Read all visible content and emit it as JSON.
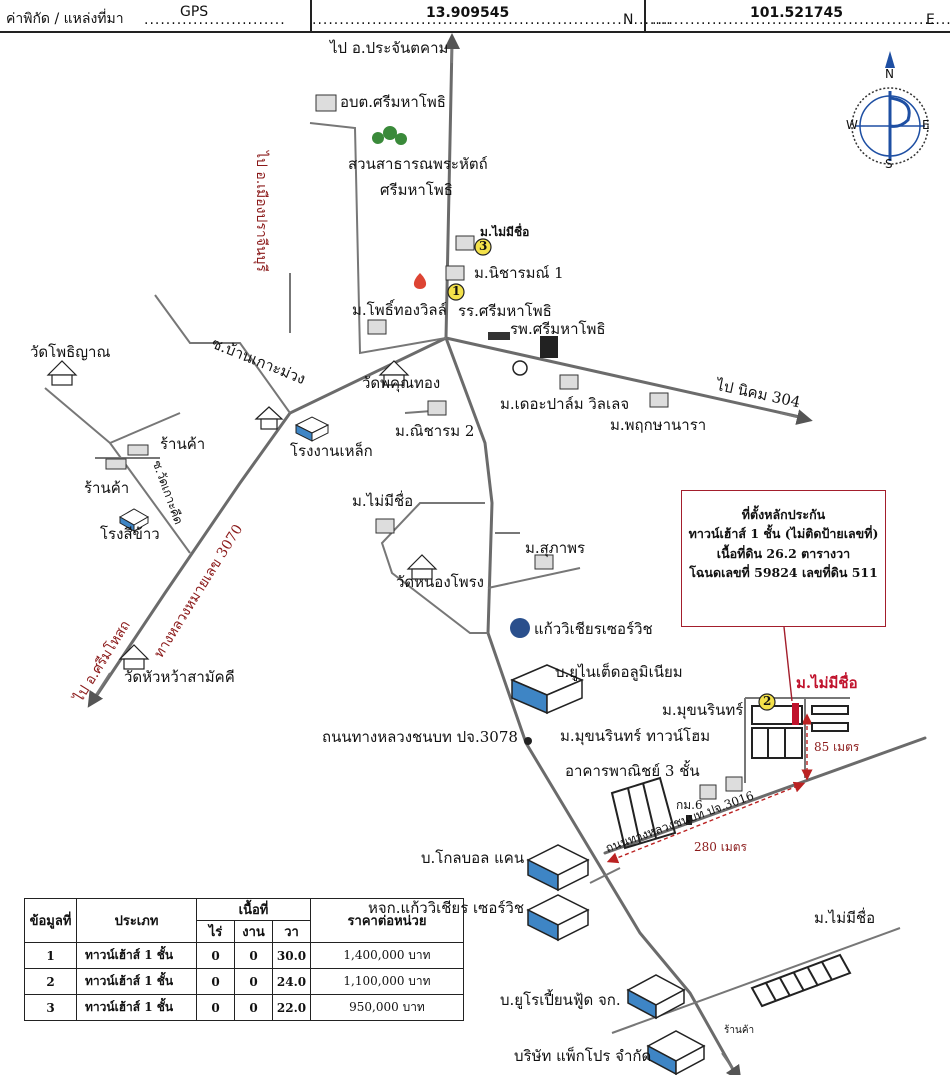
{
  "gps": {
    "label": "ค่าพิกัด / แหล่งที่มา",
    "source": "GPS",
    "lat": "13.909545",
    "lat_unit": "N",
    "lon": "101.521745",
    "lon_unit": "E"
  },
  "compass": {
    "n": "N",
    "s": "S",
    "e": "E",
    "w": "W"
  },
  "labels": {
    "to_prachantakham": "ไป อ.ประจันตคาม",
    "to_mueang_prachinburi": "ไป อ.เมืองปราจีนบุรี",
    "obt": "อบต.ศรีมหาโพธิ",
    "park_1": "สวนสาธารณพระหัตถ์",
    "park_2": "ศรีมหาโพธิ",
    "mb_unnamed_top": "ม.ไม่มีชื่อ",
    "mb_nicharom1": "ม.นิชารมณ์ 1",
    "mb_phothongvilla": "ม.โพธิ์ทองวิลล์",
    "school": "รร.ศรีมหาโพธิ",
    "hospital": "รพ.ศรีมหาโพธิ",
    "soi_ban_ko": "ซ.บ้านเกาะม่วง",
    "wat_phothiyan": "วัดโพธิญาณ",
    "wat_phukhunthong": "วัดพคุณทอง",
    "mb_the_palm": "ม.เดอะปาล์ม วิลเลจ",
    "to_nikhom304": "ไป นิคม 304",
    "mb_nicharom2": "ม.ณิชารม 2",
    "mb_phruksa": "ม.พฤกษานารา",
    "shop1": "ร้านค้า",
    "shop2": "ร้านค้า",
    "soi_wat_ko": "ซ.วัดเกาะคีด",
    "steel_factory": "โรงงานเหล็ก",
    "rice_mill": "โรงสีข้าว",
    "highway_3070": "ทางหลวงหมายเลข 3070",
    "mb_unnamed_mid": "ม.ไม่มีชื่อ",
    "mb_suphaporn": "ม.สุภาพร",
    "wat_nongphrong": "วัดหนองโพรง",
    "kaew_wichian": "แก้ววิเชียรเซอร์วิช",
    "to_si_maha_phot": "ไป อ.ศรีมโหสถ",
    "wat_huawa": "วัดหัวหว้าสามัคคี",
    "united_aluminium": "บ.ยูไนเต็ดอลูมิเนียม",
    "mb_unnamed_red": "ม.ไม่มีชื่อ",
    "mb_mukharin": "ม.มุขนรินทร์",
    "mb_mukharin_townhome": "ม.มุขนรินทร์ ทาวน์โฮม",
    "distance_85": "85 เมตร",
    "rural_road_3078": "ถนนทางหลวงชนบท ปจ.3078",
    "commercial_building": "อาคารพาณิชย์ 3 ชั้น",
    "km6": "กม.6",
    "rural_road_3016": "ถนนทางหลวงชนบท ปจ.3016",
    "distance_280": "280 เมตร",
    "global_can": "บ.โกลบอล แคน",
    "kaew_wichian_service": "หจก.แก้ววิเชียร เซอร์วิช",
    "mb_unnamed_bottom": "ม.ไม่มีชื่อ",
    "euro_food": "บ.ยูโรเปี้ยนฟู้ด จก.",
    "pack_pro": "บริษัท แพ็กโปร จำกัด",
    "shop_bottom": "ร้านค้า"
  },
  "markers": {
    "m1": "1",
    "m2": "2",
    "m3": "3"
  },
  "callout": {
    "line1": "ที่ตั้งหลักประกัน",
    "line2": "ทาวน์เฮ้าส์ 1 ชั้น (ไม่ติดป้ายเลขที่)",
    "line3": "เนื้อที่ดิน 26.2 ตารางวา",
    "line4": "โฉนดเลขที่ 59824 เลขที่ดิน 511"
  },
  "table": {
    "h_no": "ข้อมูลที่",
    "h_type": "ประเภท",
    "h_area": "เนื้อที่",
    "h_rai": "ไร่",
    "h_ngan": "งาน",
    "h_wa": "วา",
    "h_price": "ราคาต่อหน่วย",
    "rows": [
      {
        "no": "1",
        "type": "ทาวน์เฮ้าส์ 1 ชั้น",
        "rai": "0",
        "ngan": "0",
        "wa": "30.0",
        "price": "1,400,000 บาท"
      },
      {
        "no": "2",
        "type": "ทาวน์เฮ้าส์ 1 ชั้น",
        "rai": "0",
        "ngan": "0",
        "wa": "24.0",
        "price": "1,100,000 บาท"
      },
      {
        "no": "3",
        "type": "ทาวน์เฮ้าส์ 1 ชั้น",
        "rai": "0",
        "ngan": "0",
        "wa": "22.0",
        "price": "950,000 บาท"
      }
    ]
  }
}
